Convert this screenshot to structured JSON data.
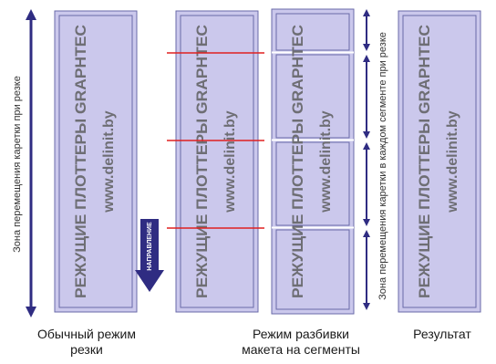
{
  "sign": {
    "line1": "РЕЖУЩИЕ ПЛОТТЕРЫ GRAPHTEC",
    "line2": "www.delinit.by"
  },
  "zone_label_left": "Зона перемещения каретки при резке",
  "zone_label_right": "Зона перемещения каретки в каждом сегменте при резке",
  "direction_label": "НАПРАВЛЕНИЕ",
  "captions": {
    "normal_line1": "Обычный режим",
    "normal_line2": "резки",
    "segment_line1": "Режим разбивки",
    "segment_line2": "макета на сегменты",
    "result": "Результат"
  },
  "colors": {
    "panel_fill": "#cbc8ec",
    "panel_border": "#6a6aa8",
    "arrow": "#2f2c82",
    "text": "#6e6e74",
    "cut_line": "#e02020"
  }
}
